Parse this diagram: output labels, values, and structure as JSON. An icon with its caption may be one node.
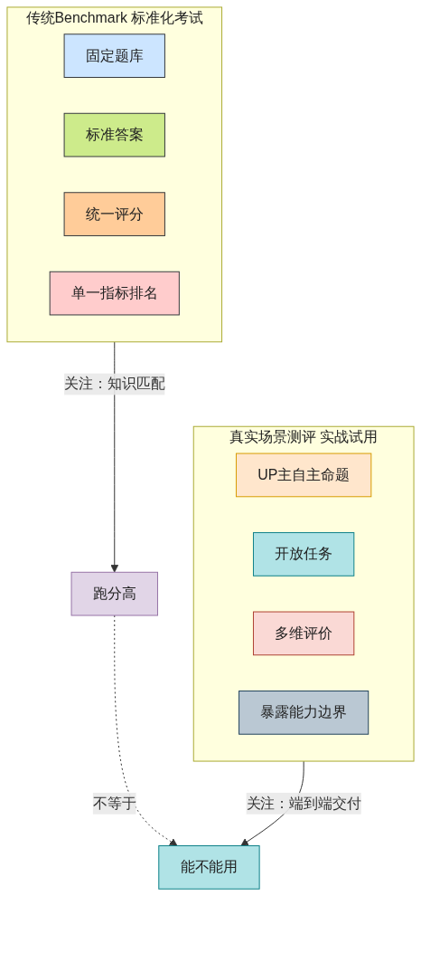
{
  "diagram": {
    "nodes": [
      {
        "text": [
          "传统Benchmark 标准化考试"
        ]
      },
      {
        "text": [
          "固定题库"
        ],
        "in": 0
      },
      {
        "text": [
          "标准答案"
        ],
        "in": 0
      },
      {
        "text": [
          "统一评分"
        ],
        "in": 0
      },
      {
        "text": [
          "单一指标排名"
        ],
        "in": 0
      },
      {
        "text": [
          "真实场景测评 实战试用"
        ]
      },
      {
        "text": [
          "UP主自主命题"
        ],
        "in": 5
      },
      {
        "text": [
          "开放任务"
        ],
        "in": 5
      },
      {
        "text": [
          "多维评价"
        ],
        "in": 5
      },
      {
        "text": [
          "暴露能力边界"
        ],
        "in": 5
      },
      {
        "text": [
          "跑分高"
        ]
      },
      {
        "text": [
          "能不能用"
        ]
      }
    ],
    "edges": [
      {
        "from": 0,
        "to": 10,
        "arrow": "to",
        "label": "关注：知识匹配"
      },
      {
        "from": 10,
        "to": 11,
        "arrow": "to",
        "label": "不等于",
        "style": "dashed"
      },
      {
        "from": 5,
        "to": 11,
        "arrow": "to",
        "label": "关注：端到端交付"
      }
    ]
  }
}
